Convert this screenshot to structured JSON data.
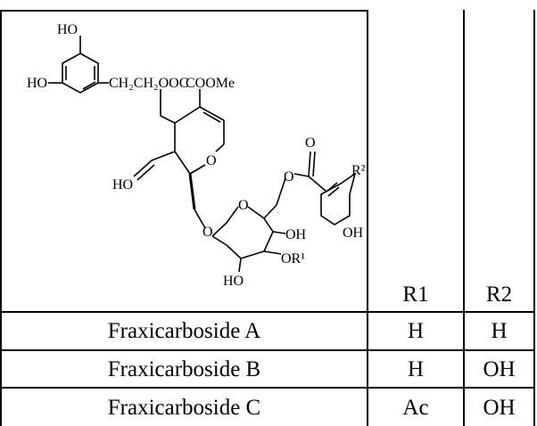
{
  "structure_figure": {
    "atoms": {
      "ho_top": "HO",
      "ho_left": "HO",
      "linker": "CH₂CH₂OOC",
      "ester": "COOMe",
      "ho_lower": "HO",
      "ring_o": "O",
      "carbonyl_o": "O",
      "ester_o": "O",
      "sugar_o": "O",
      "glyco_o": "O",
      "r2": "R²",
      "oh_sugar": "OH",
      "oh_phenol": "OH",
      "ho_sugar": "HO",
      "or1": "OR¹"
    }
  },
  "table": {
    "headers": [
      "R1",
      "R2"
    ],
    "rows": [
      {
        "name": "Fraxicarboside A",
        "r1": "H",
        "r2": "H"
      },
      {
        "name": "Fraxicarboside B",
        "r1": "H",
        "r2": "OH"
      },
      {
        "name": "Fraxicarboside C",
        "r1": "Ac",
        "r2": "OH"
      }
    ]
  }
}
